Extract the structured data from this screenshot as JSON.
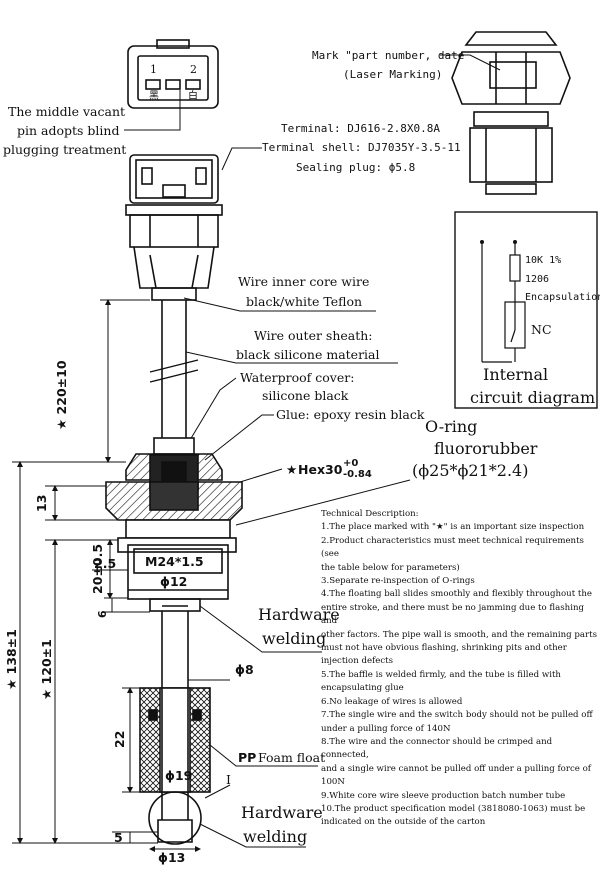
{
  "callouts": {
    "pin_note_1": "The middle vacant",
    "pin_note_2": "pin adopts blind",
    "pin_note_3": "plugging treatment",
    "pin_1": "1",
    "pin_2": "2",
    "pin_black": "黑",
    "pin_white": "白",
    "terminal": "Terminal: DJ616-2.8X0.8A",
    "terminal_shell": "Terminal shell: DJ7035Y-3.5-11",
    "sealing_plug": "Sealing plug: ϕ5.8",
    "mark_1": "Mark \"part number, date",
    "mark_2": "(Laser Marking)",
    "wire_core_1": "Wire inner core wire",
    "wire_core_2": "black/white Teflon",
    "wire_sheath_1": "Wire outer sheath:",
    "wire_sheath_2": "black silicone material",
    "waterproof_1": "Waterproof cover:",
    "waterproof_2": "silicone black",
    "glue": "Glue: epoxy resin black",
    "oring_1": "O-ring",
    "oring_2": "fluororubber",
    "oring_3": "(ϕ25*ϕ21*2.4)",
    "hex": "Hex30",
    "hex_tol_up": "+0",
    "hex_tol_down": "-0.84",
    "hardware_welding_top_1": "Hardware",
    "hardware_welding_top_2": "welding",
    "foam_pp": "PP",
    "foam_float": "Foam float",
    "hardware_welding_bottom_1": "Hardware",
    "hardware_welding_bottom_2": "welding",
    "section_mark": "I"
  },
  "circuit": {
    "resistor_1": "10K 1%",
    "resistor_2": "1206",
    "resistor_3": "Encapsulation",
    "switch_label": "NC",
    "caption_1": "Internal",
    "caption_2": "circuit diagram"
  },
  "dimensions": {
    "d220": "★ 220±10",
    "d13": "13",
    "d25": "2.5",
    "d20": "20±0.5",
    "d138": "★ 138±1",
    "d120": "★ 120±1",
    "d6": "6",
    "d22": "22",
    "d5": "5",
    "thread": "M24*1.5",
    "dia12": "ϕ12",
    "dia8": "ϕ8",
    "dia19": "ϕ19",
    "dia13": "ϕ13"
  },
  "technical_description": {
    "heading": "Technical Description:",
    "lines": [
      "1.The place marked with \"★\" is an important size inspection",
      "2.Product characteristics must meet technical requirements (see",
      "the table below for parameters)",
      "3.Separate re-inspection of O-rings",
      "4.The floating ball slides smoothly and flexibly throughout the",
      "entire stroke, and there must be no jamming due to flashing and",
      "other factors. The pipe wall is smooth, and the remaining parts",
      "must not have obvious flashing, shrinking pits and other",
      "injection defects",
      "5.The baffle is welded firmly, and the tube is filled with",
      "encapsulating glue",
      "6.No leakage of wires is allowed",
      "7.The single wire and the switch body should not be pulled off",
      "under a pulling force of 140N",
      "8.The wire and the connector should be crimped and connected,",
      "and a single wire cannot be pulled off under a pulling force of",
      "100N",
      "9.White core wire sleeve production batch number tube",
      "10.The product specification model (3818080-1063) must be",
      "indicated on the outside of the carton"
    ]
  }
}
